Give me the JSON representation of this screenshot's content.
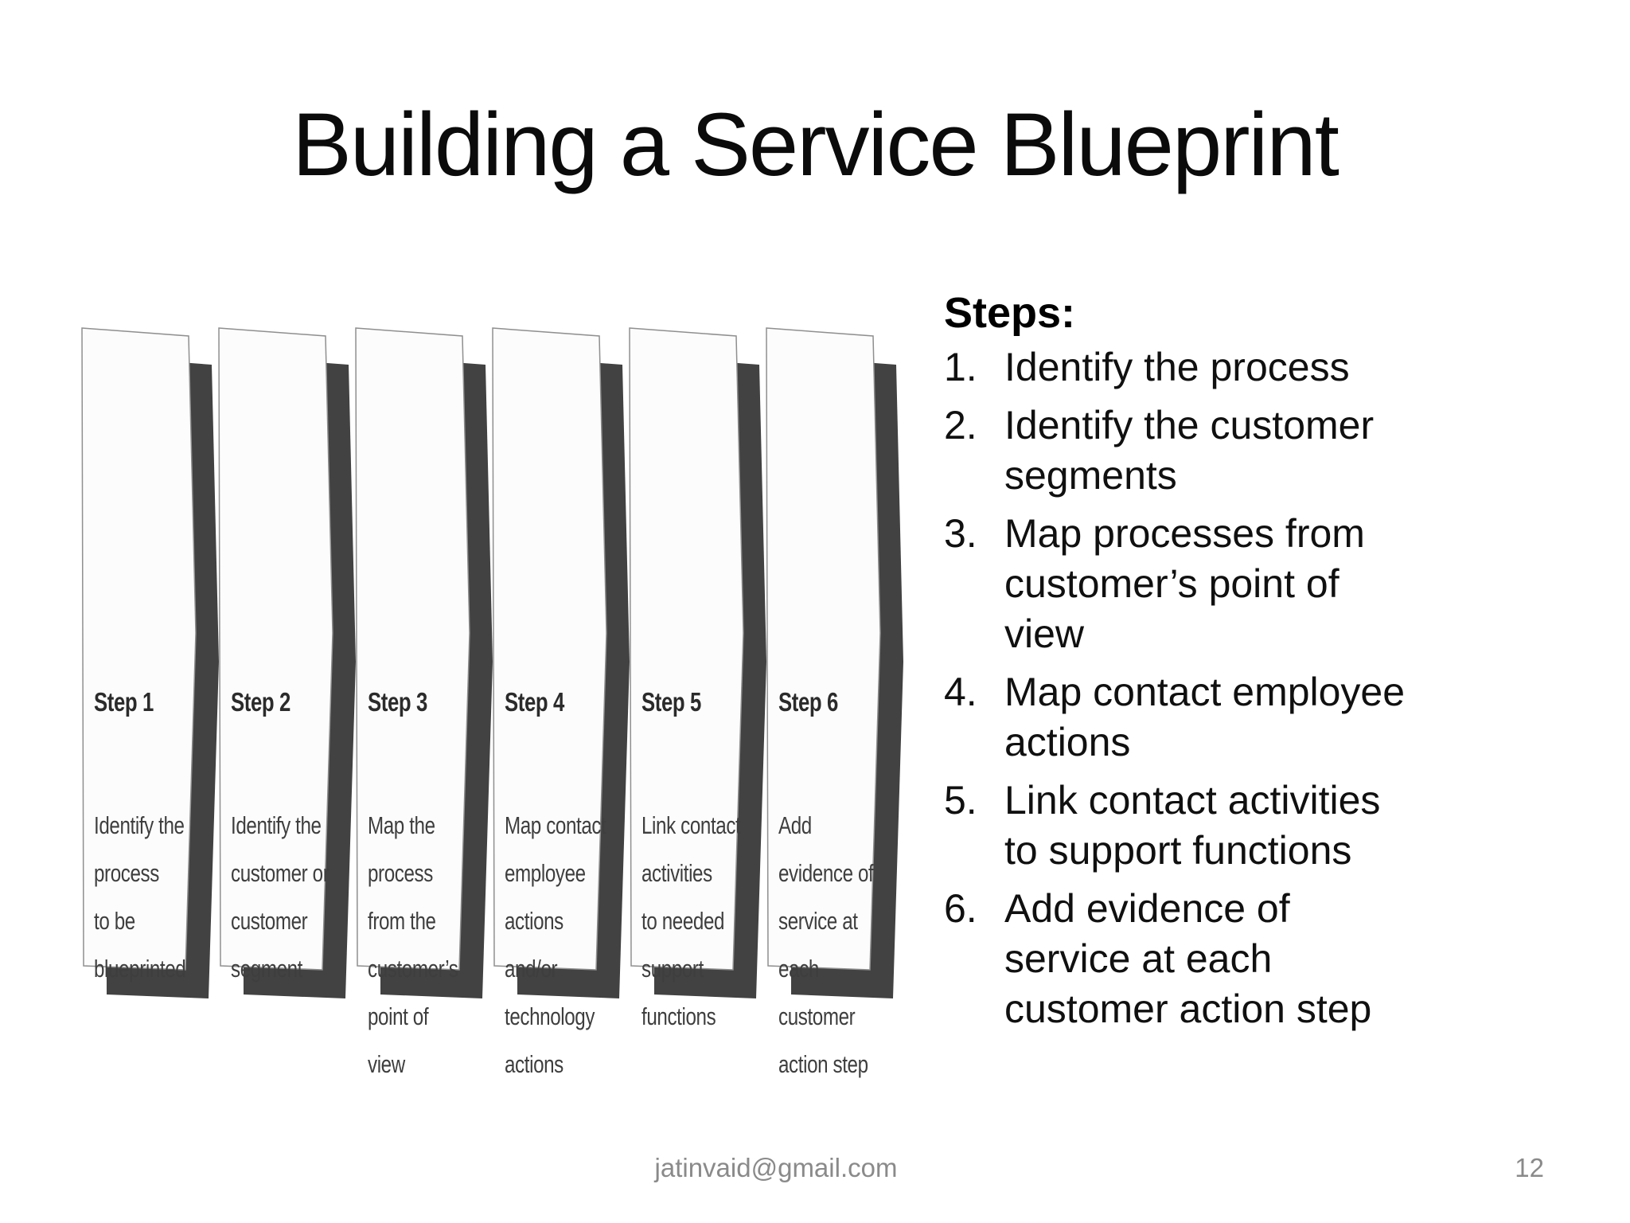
{
  "slide": {
    "title": "Building a Service Blueprint",
    "footer": {
      "email": "jatinvaid@gmail.com",
      "page_number": "12"
    }
  },
  "diagram": {
    "shadow_color": "#424242",
    "panel_fill": "#fcfcfc",
    "panel_border": "#8f8f8f",
    "panels": [
      {
        "title": "Step 1",
        "lines": [
          "Identify the",
          "process",
          "to be",
          "blueprinted"
        ]
      },
      {
        "title": "Step 2",
        "lines": [
          "Identify the",
          "customer or",
          "customer",
          "segment"
        ]
      },
      {
        "title": "Step 3",
        "lines": [
          "Map the",
          "process",
          "from the",
          "customer’s",
          "point of",
          "view"
        ]
      },
      {
        "title": "Step 4",
        "lines": [
          "Map contact",
          "employee",
          "actions",
          "and/or",
          "technology",
          "actions"
        ]
      },
      {
        "title": "Step 5",
        "lines": [
          "Link contact",
          "activities",
          "to needed",
          "support",
          "functions"
        ]
      },
      {
        "title": "Step 6",
        "lines": [
          "Add",
          "evidence of",
          "service at",
          "each",
          "customer",
          "action step"
        ]
      }
    ]
  },
  "steps_list": {
    "heading": "Steps:",
    "items": [
      "Identify the process",
      "Identify the customer segments",
      "Map processes from customer’s point of view",
      "Map contact employee actions",
      "Link contact activities to support functions",
      "Add evidence of service at each customer action step"
    ]
  }
}
